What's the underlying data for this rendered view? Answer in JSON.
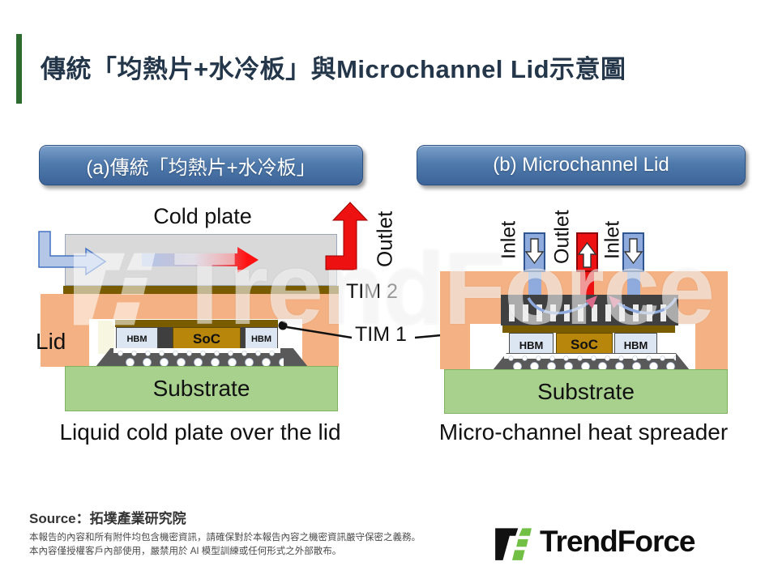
{
  "header": {
    "title": "傳統「均熱片+水冷板」與Microchannel Lid示意圖"
  },
  "panel_buttons": {
    "a": "(a)傳統「均熱片+水冷板」",
    "b": "(b) Microchannel Lid"
  },
  "diagram_a": {
    "cold_plate_label": "Cold plate",
    "outlet_label": "Outlet",
    "lid_label": "Lid",
    "hbm_left": "HBM",
    "soc": "SoC",
    "hbm_right": "HBM",
    "substrate": "Substrate",
    "caption": "Liquid cold plate over the lid"
  },
  "tim_labels": {
    "tim2": "TIM 2",
    "tim1": "TIM 1"
  },
  "diagram_b": {
    "inlet_left_label": "Inlet",
    "outlet_label": "Outlet",
    "inlet_right_label": "Inlet",
    "hbm_left": "HBM",
    "soc": "SoC",
    "hbm_right": "HBM",
    "substrate": "Substrate",
    "caption": "Micro-channel heat spreader"
  },
  "watermark": {
    "text": "TrendForce"
  },
  "footer": {
    "source": "Source：拓墣產業研究院",
    "disclaimer_line1": "本報告的內容和所有附件均包含機密資訊，請確保對於本報告內容之機密資訊嚴守保密之義務。",
    "disclaimer_line2": "本內容僅授權客戶內部使用，嚴禁用於 AI 模型訓練或任何形式之外部散布。",
    "brand": "TrendForce"
  },
  "colors": {
    "accent_green": "#2E6B2F",
    "title_navy": "#24364A",
    "button_blue": "#4F7AAC",
    "lid_orange": "#F4B183",
    "substrate_green": "#A9D18E",
    "tim_brown": "#7A5C00",
    "hbm_blue": "#DCE6F2",
    "soc_gold": "#B8860B",
    "pipe_blue": "#8FAADC",
    "outlet_red": "#EE1111",
    "logo_green": "#71BF44"
  }
}
